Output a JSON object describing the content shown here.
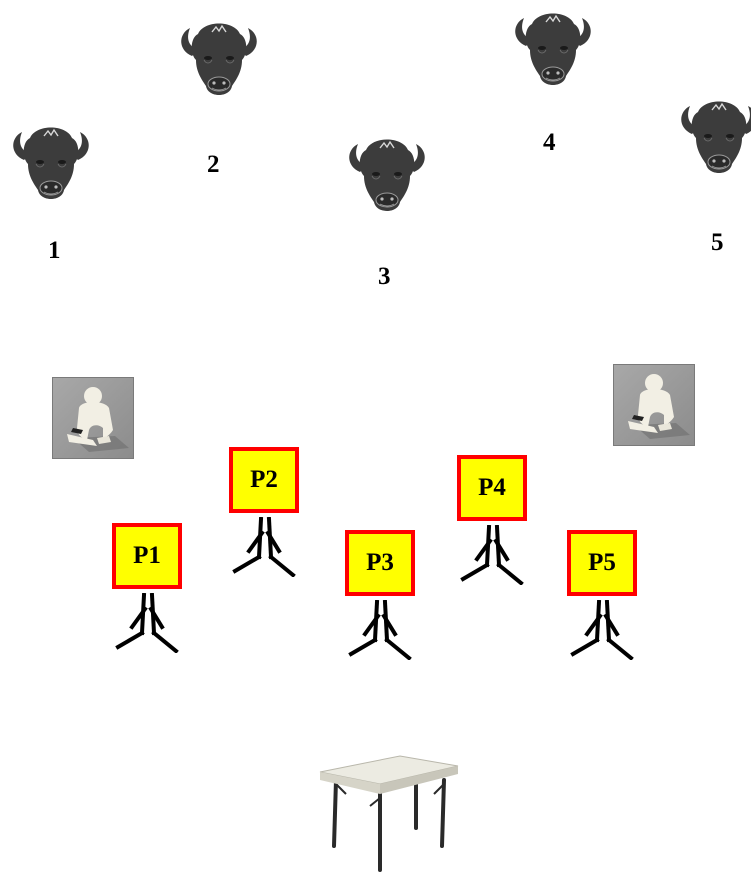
{
  "targets": [
    {
      "id": "1",
      "label": "1"
    },
    {
      "id": "2",
      "label": "2"
    },
    {
      "id": "3",
      "label": "3"
    },
    {
      "id": "4",
      "label": "4"
    },
    {
      "id": "5",
      "label": "5"
    }
  ],
  "positions": [
    {
      "id": "P1",
      "label": "P1"
    },
    {
      "id": "P2",
      "label": "P2"
    },
    {
      "id": "P3",
      "label": "P3"
    },
    {
      "id": "P4",
      "label": "P4"
    },
    {
      "id": "P5",
      "label": "P5"
    }
  ],
  "colors": {
    "sign_fill": "#ffff00",
    "sign_border": "#ff0000",
    "buffalo": "#3c3c3c"
  },
  "icons": {
    "target": "buffalo-head-icon",
    "shooter": "shooter-silhouette-icon",
    "table": "folding-table-icon"
  }
}
